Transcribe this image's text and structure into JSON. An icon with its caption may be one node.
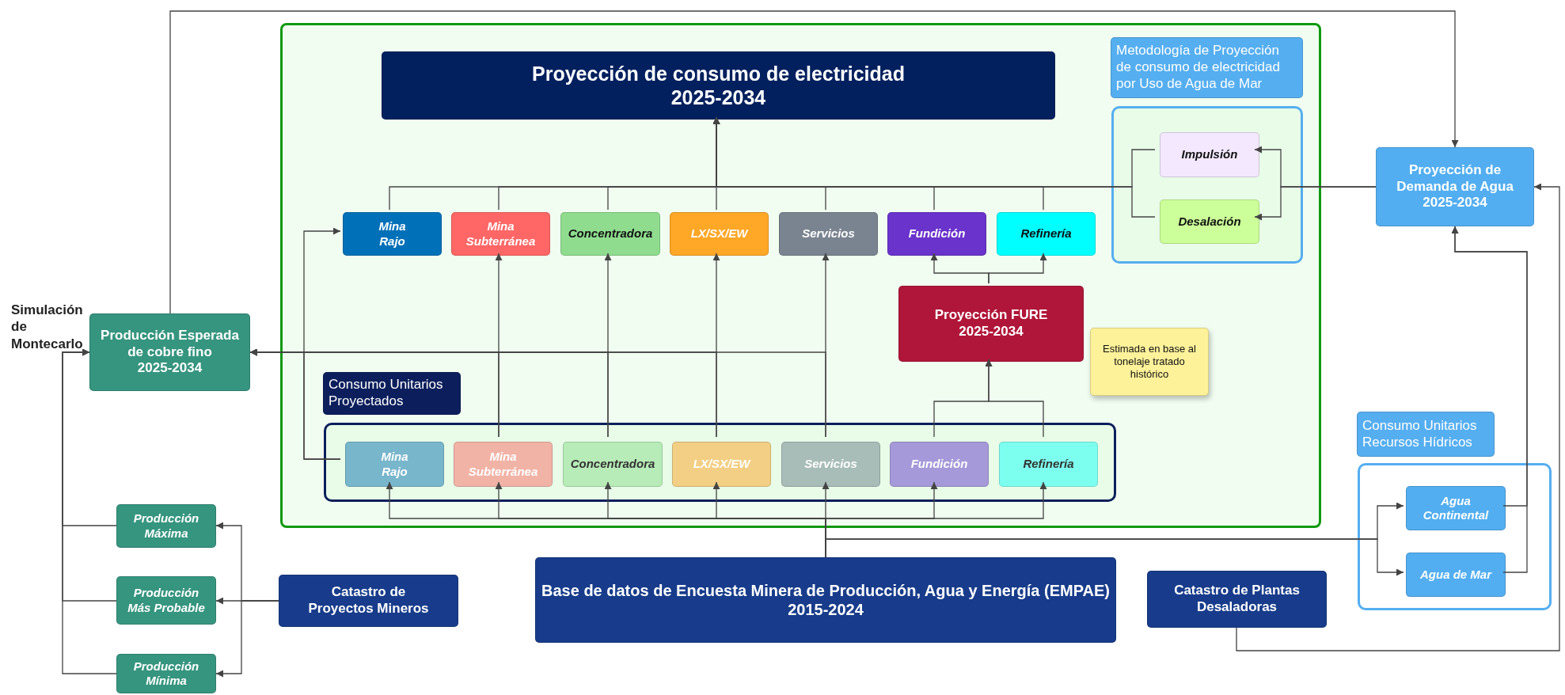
{
  "diagram": {
    "nodes": [
      {
        "text": [],
        "shape": "box"
      },
      {
        "text": [
          "Proyección de consumo de electricidad 2025-2034"
        ],
        "in": 0
      },
      {
        "text": [
          "Mina Rajo"
        ],
        "in": 0
      },
      {
        "text": [
          "Mina Subterránea"
        ],
        "in": 0
      },
      {
        "text": [
          "Concentradora"
        ],
        "in": 0
      },
      {
        "text": [
          "LX/SX/EW"
        ],
        "in": 0
      },
      {
        "text": [
          "Servicios"
        ],
        "in": 0
      },
      {
        "text": [
          "Fundición"
        ],
        "in": 0
      },
      {
        "text": [
          "Refinería"
        ],
        "in": 0
      },
      {
        "text": [
          "Proyección FURE 2025-2034"
        ],
        "in": 0
      },
      {
        "text": [
          "Estimada en base al tonelaje tratado histórico"
        ],
        "in": 0
      },
      {
        "text": [
          "Consumo Unitarios Proyectados"
        ],
        "in": 0
      },
      {
        "text": [],
        "shape": "box",
        "in": 0
      },
      {
        "text": [
          "Mina Rajo"
        ],
        "in": 12
      },
      {
        "text": [
          "Mina Subterránea"
        ],
        "in": 12
      },
      {
        "text": [
          "Concentradora"
        ],
        "in": 12
      },
      {
        "text": [
          "LX/SX/EW"
        ],
        "in": 12
      },
      {
        "text": [
          "Servicios"
        ],
        "in": 12
      },
      {
        "text": [
          "Fundición"
        ],
        "in": 12
      },
      {
        "text": [
          "Refinería"
        ],
        "in": 12
      },
      {
        "text": [
          "Metodología de Proyección de consumo de electricidad por Uso de Agua de Mar"
        ],
        "in": 0
      },
      {
        "text": [],
        "shape": "box",
        "in": 0
      },
      {
        "text": [
          "Impulsión"
        ],
        "in": 21
      },
      {
        "text": [
          "Desalación"
        ],
        "in": 21
      },
      {
        "text": [
          "Proyección de Demanda de Agua 2025-2034"
        ]
      },
      {
        "text": [
          "Producción Esperada de cobre fino 2025-2034"
        ]
      },
      {
        "text": [
          "Producción Máxima"
        ]
      },
      {
        "text": [
          "Producción Más Probable"
        ]
      },
      {
        "text": [
          "Producción Mínima"
        ]
      },
      {
        "text": [
          "Catastro de Proyectos Mineros"
        ]
      },
      {
        "text": [
          "Base de datos de Encuesta Minera de Producción, Agua y Energía (EMPAE) 2015-2024"
        ]
      },
      {
        "text": [
          "Catastro de Plantas Desaladoras"
        ]
      },
      {
        "text": [
          "Consumo Unitarios Recursos Hídricos"
        ]
      },
      {
        "text": [],
        "shape": "box"
      },
      {
        "text": [
          "Agua Continental"
        ],
        "in": 33
      },
      {
        "text": [
          "Agua de Mar"
        ],
        "in": 33
      }
    ],
    "edges": [
      {
        "from": 2,
        "to": 1,
        "arrow": "to"
      },
      {
        "from": 3,
        "to": 1,
        "arrow": "to"
      },
      {
        "from": 4,
        "to": 1,
        "arrow": "to"
      },
      {
        "from": 5,
        "to": 1,
        "arrow": "to"
      },
      {
        "from": 6,
        "to": 1,
        "arrow": "to"
      },
      {
        "from": 7,
        "to": 1,
        "arrow": "to"
      },
      {
        "from": 8,
        "to": 1,
        "arrow": "to"
      },
      {
        "from": 22,
        "to": 1,
        "arrow": "to"
      },
      {
        "from": 23,
        "to": 1,
        "arrow": "to"
      },
      {
        "from": 24,
        "to": 22,
        "arrow": "to"
      },
      {
        "from": 24,
        "to": 23,
        "arrow": "to"
      },
      {
        "from": 13,
        "to": 2,
        "arrow": "to"
      },
      {
        "from": 14,
        "to": 3,
        "arrow": "to"
      },
      {
        "from": 15,
        "to": 4,
        "arrow": "to"
      },
      {
        "from": 16,
        "to": 5,
        "arrow": "to"
      },
      {
        "from": 17,
        "to": 6,
        "arrow": "to"
      },
      {
        "from": 13,
        "to": 25,
        "arrow": "to"
      },
      {
        "from": 14,
        "to": 25,
        "arrow": "to"
      },
      {
        "from": 15,
        "to": 25,
        "arrow": "to"
      },
      {
        "from": 16,
        "to": 25,
        "arrow": "to"
      },
      {
        "from": 17,
        "to": 25,
        "arrow": "to"
      },
      {
        "from": 18,
        "to": 9,
        "arrow": "to"
      },
      {
        "from": 19,
        "to": 9,
        "arrow": "to"
      },
      {
        "from": 9,
        "to": 7,
        "arrow": "to"
      },
      {
        "from": 9,
        "to": 8,
        "arrow": "to"
      },
      {
        "from": 30,
        "to": 13,
        "arrow": "to"
      },
      {
        "from": 30,
        "to": 14,
        "arrow": "to"
      },
      {
        "from": 30,
        "to": 15,
        "arrow": "to"
      },
      {
        "from": 30,
        "to": 16,
        "arrow": "to"
      },
      {
        "from": 30,
        "to": 17,
        "arrow": "to"
      },
      {
        "from": 30,
        "to": 18,
        "arrow": "to"
      },
      {
        "from": 30,
        "to": 19,
        "arrow": "to"
      },
      {
        "from": 30,
        "to": 34,
        "arrow": "to"
      },
      {
        "from": 30,
        "to": 35,
        "arrow": "to"
      },
      {
        "from": 34,
        "to": 24,
        "arrow": "to"
      },
      {
        "from": 35,
        "to": 24,
        "arrow": "to"
      },
      {
        "from": 31,
        "to": 24,
        "arrow": "to"
      },
      {
        "from": 25,
        "to": 24,
        "arrow": "to"
      },
      {
        "from": 29,
        "to": 26,
        "arrow": "to"
      },
      {
        "from": 29,
        "to": 27,
        "arrow": "to"
      },
      {
        "from": 29,
        "to": 28,
        "arrow": "to"
      },
      {
        "from": 26,
        "to": 25,
        "arrow": "to"
      },
      {
        "from": 27,
        "to": 25,
        "arrow": "to"
      },
      {
        "from": 28,
        "to": 25,
        "arrow": "to"
      }
    ],
    "labels": [
      "Simulación de Montecarlo"
    ]
  }
}
